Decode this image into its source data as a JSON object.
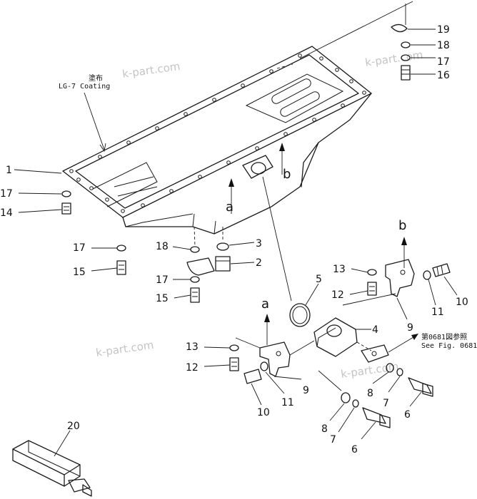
{
  "notes": {
    "coating_jp": "塗布",
    "coating_en": "LG-7  Coating",
    "see_fig_jp": "第0681図参照",
    "see_fig_en": "See Fig. 0681"
  },
  "watermark": "k-part.com",
  "refs": {
    "a": "a",
    "b": "b"
  },
  "callouts": [
    {
      "id": "c19a",
      "label": "19"
    },
    {
      "id": "c18a",
      "label": "18"
    },
    {
      "id": "c17a",
      "label": "17"
    },
    {
      "id": "c16",
      "label": "16"
    },
    {
      "id": "c1",
      "label": "1"
    },
    {
      "id": "c17b",
      "label": "17"
    },
    {
      "id": "c14",
      "label": "14"
    },
    {
      "id": "c17c",
      "label": "17"
    },
    {
      "id": "c15a",
      "label": "15"
    },
    {
      "id": "c18b",
      "label": "18"
    },
    {
      "id": "c3",
      "label": "3"
    },
    {
      "id": "c2",
      "label": "2"
    },
    {
      "id": "c17d",
      "label": "17"
    },
    {
      "id": "c15b",
      "label": "15"
    },
    {
      "id": "c5",
      "label": "5"
    },
    {
      "id": "c13a",
      "label": "13"
    },
    {
      "id": "c12a",
      "label": "12"
    },
    {
      "id": "c10a",
      "label": "10"
    },
    {
      "id": "c11a",
      "label": "11"
    },
    {
      "id": "c9a",
      "label": "9"
    },
    {
      "id": "c4",
      "label": "4"
    },
    {
      "id": "c13b",
      "label": "13"
    },
    {
      "id": "c12b",
      "label": "12"
    },
    {
      "id": "c10b",
      "label": "10"
    },
    {
      "id": "c11b",
      "label": "11"
    },
    {
      "id": "c9b",
      "label": "9"
    },
    {
      "id": "c8a",
      "label": "8"
    },
    {
      "id": "c7a",
      "label": "7"
    },
    {
      "id": "c6a",
      "label": "6"
    },
    {
      "id": "c8b",
      "label": "8"
    },
    {
      "id": "c7b",
      "label": "7"
    },
    {
      "id": "c6b",
      "label": "6"
    },
    {
      "id": "c20",
      "label": "20"
    }
  ]
}
